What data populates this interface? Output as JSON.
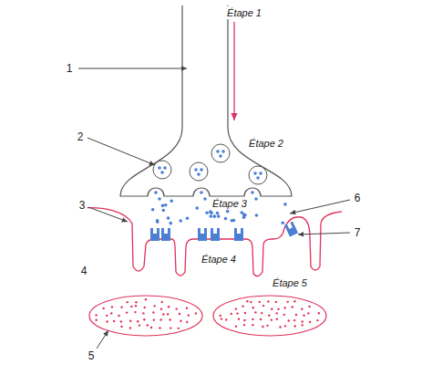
{
  "diagram": {
    "labels": [
      "Étape 1",
      "1",
      "2",
      "Étape 2",
      "3",
      "Étape 3",
      "6",
      "7",
      "4",
      "Étape 4",
      "Étape 5",
      "5"
    ]
  }
}
